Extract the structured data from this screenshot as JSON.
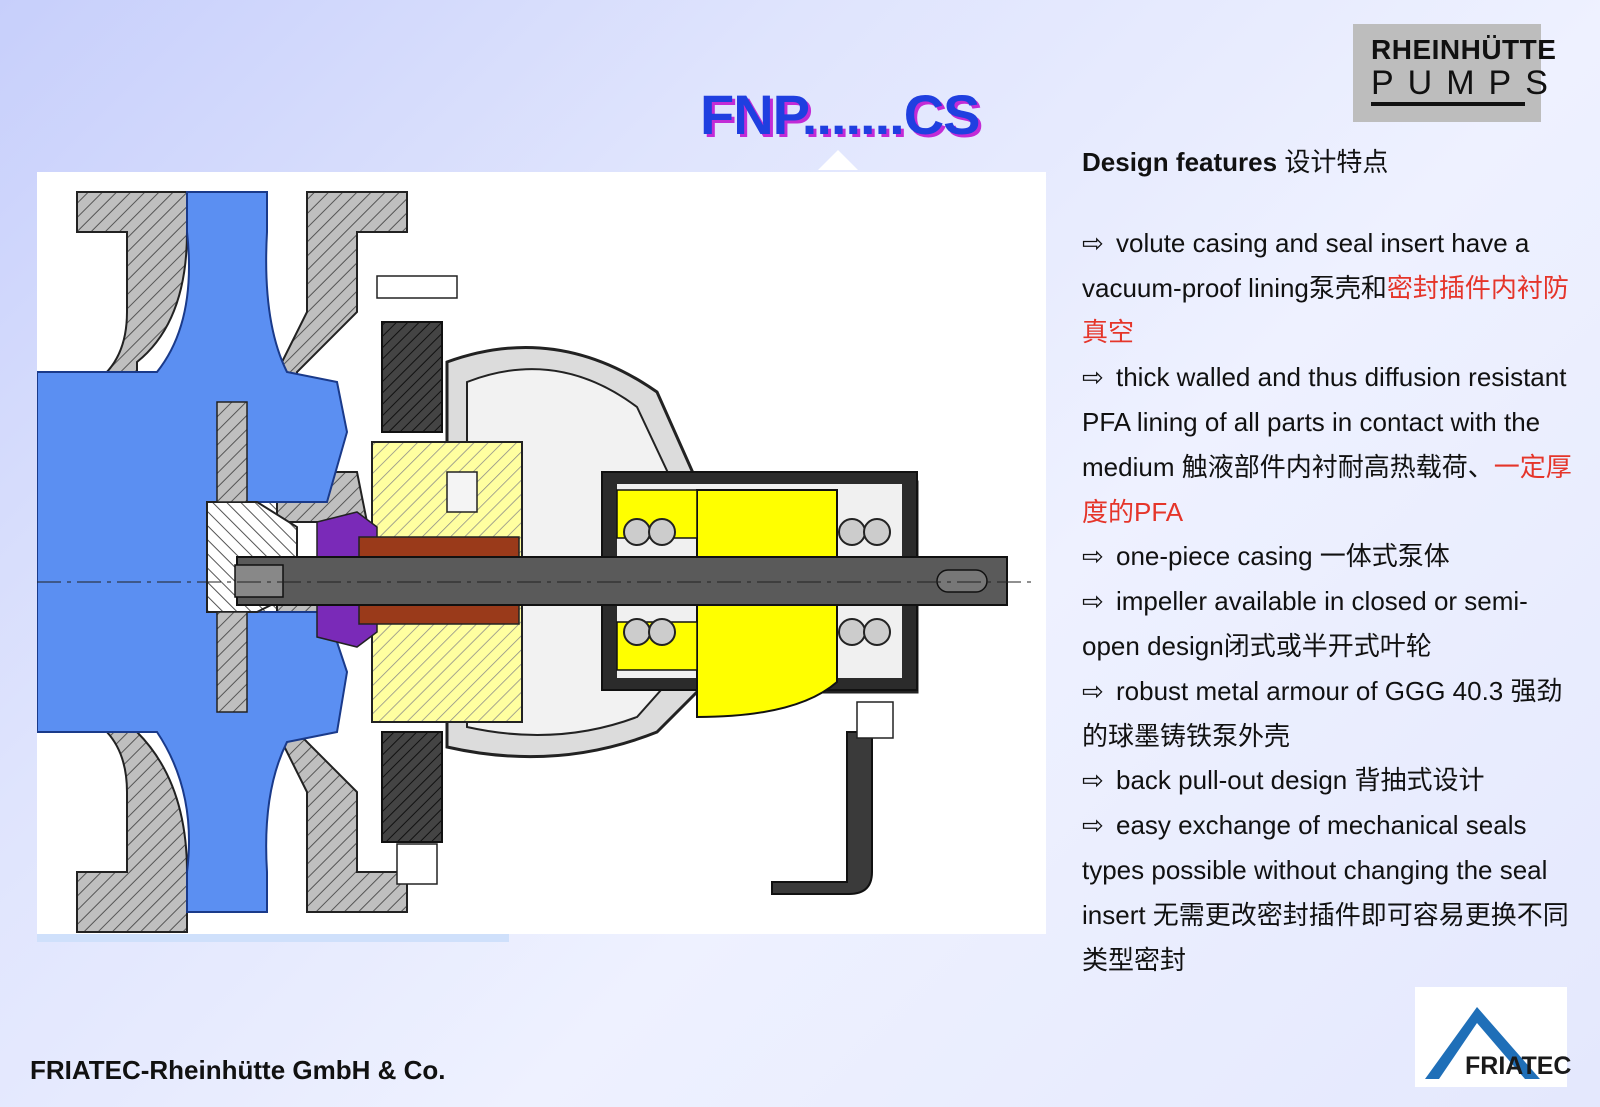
{
  "title": "FNP.......CS",
  "logo_top": {
    "line1": "RHEINHÜTTE",
    "line2": "PUMPS"
  },
  "features": {
    "heading": "Design features",
    "heading_cn": "设计特点",
    "arrow": "⇨",
    "items": [
      {
        "en": "volute casing and seal insert have a vacuum-proof lining",
        "cn": "泵壳和",
        "cn_red": "密封插件内衬防真空"
      },
      {
        "en": "thick walled and thus diffusion resistant PFA lining of all parts in contact with the medium",
        "cn": " 触液部件内衬耐高热载荷、",
        "cn_red": "一定厚度的PFA"
      },
      {
        "en": "one-piece casing",
        "cn": " 一体式泵体",
        "cn_red": ""
      },
      {
        "en": "impeller available in closed or semi-open design",
        "cn": "闭式或半开式叶轮",
        "cn_red": ""
      },
      {
        "en": "robust metal armour of GGG 40.3",
        "cn": " 强劲的球墨铸铁泵外壳",
        "cn_red": ""
      },
      {
        "en": "back pull-out design",
        "cn": " 背抽式设计",
        "cn_red": ""
      },
      {
        "en": "easy exchange of mechanical seals types possible without changing the seal insert",
        "cn": " 无需更改密封插件即可容易更换不同类型密封",
        "cn_red": ""
      }
    ]
  },
  "footer": {
    "company": "FRIATEC-Rheinhütte GmbH & Co."
  },
  "logo_bottom": {
    "text": "FRIATEC"
  },
  "colors": {
    "title": "#1f3fe0",
    "title_shadow": "#c22bd6",
    "highlight": "#e5352a",
    "pfa_lining": "#5b8ff2",
    "bearing": "#ffff00"
  }
}
